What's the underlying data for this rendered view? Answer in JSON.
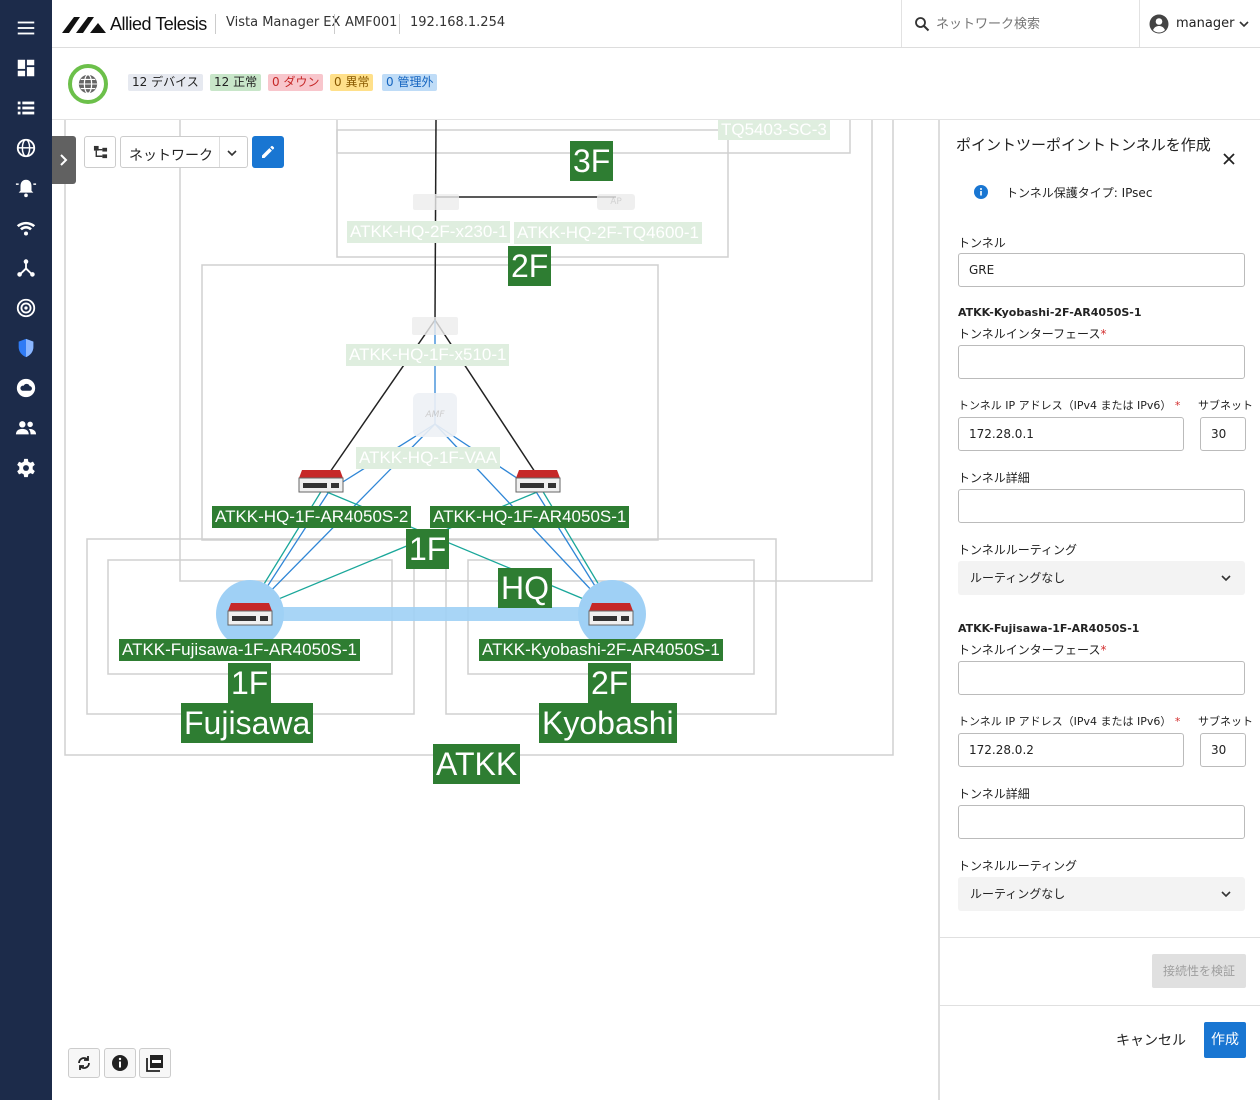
{
  "header": {
    "brand": "Allied Telesis",
    "product": "Vista Manager EX",
    "area": "AMF001",
    "ip": "192.168.1.254",
    "search_placeholder": "ネットワーク検索",
    "user": "manager"
  },
  "nav_icons": [
    "menu-icon",
    "dashboard-icon",
    "list-icon",
    "globe-icon",
    "alarm-icon",
    "wifi-icon",
    "topology-icon",
    "radar-icon",
    "shield-icon",
    "cloud-icon",
    "users-icon",
    "gear-icon"
  ],
  "status": {
    "devices": "12 デバイス",
    "normal": "12 正常",
    "down": "0 ダウン",
    "abnormal": "0 異常",
    "unmanaged": "0 管理外",
    "colors": {
      "devices": "#e6e9f0",
      "normal": "#c8e6c9",
      "down": "#f8c6cc",
      "abnormal": "#ffe08a",
      "unmanaged": "#bfdcf7"
    }
  },
  "map_toolbar": {
    "view_label": "ネットワーク"
  },
  "map": {
    "labels": {
      "tq5403": "TQ5403-SC-3",
      "f3": "3F",
      "x230": "ATKK-HQ-2F-x230-1",
      "tq4600": "ATKK-HQ-2F-TQ4600-1",
      "f2_hq": "2F",
      "x510": "ATKK-HQ-1F-x510-1",
      "vaa": "ATKK-HQ-1F-VAA",
      "ar2": "ATKK-HQ-1F-AR4050S-2",
      "ar1": "ATKK-HQ-1F-AR4050S-1",
      "f1_hq": "1F",
      "hq": "HQ",
      "fujisawa_dev": "ATKK-Fujisawa-1F-AR4050S-1",
      "kyobashi_dev": "ATKK-Kyobashi-2F-AR4050S-1",
      "f1_fuji": "1F",
      "f2_kyo": "2F",
      "fujisawa": "Fujisawa",
      "kyobashi": "Kyobashi",
      "atkk": "ATKK",
      "amf": "AMF",
      "ap": "AP"
    }
  },
  "panel": {
    "title": "ポイントツーポイントトンネルを作成",
    "info": "トンネル保護タイプ: IPsec",
    "tunnel_label": "トンネル",
    "tunnel_value": "GRE",
    "site1": {
      "name": "ATKK-Kyobashi-2F-AR4050S-1",
      "if_label": "トンネルインターフェース",
      "ip_label": "トンネル IP アドレス（IPv4 または IPv6）",
      "subnet_label": "サブネット",
      "ip_value": "172.28.0.1",
      "subnet_value": "30",
      "detail_label": "トンネル詳細",
      "routing_label": "トンネルルーティング",
      "routing_value": "ルーティングなし"
    },
    "site2": {
      "name": "ATKK-Fujisawa-1F-AR4050S-1",
      "if_label": "トンネルインターフェース",
      "ip_label": "トンネル IP アドレス（IPv4 または IPv6）",
      "subnet_label": "サブネット",
      "ip_value": "172.28.0.2",
      "subnet_value": "30",
      "detail_label": "トンネル詳細",
      "routing_label": "トンネルルーティング",
      "routing_value": "ルーティングなし"
    },
    "verify_button": "接続性を検証",
    "cancel_button": "キャンセル",
    "create_button": "作成",
    "required_mark": "*"
  }
}
